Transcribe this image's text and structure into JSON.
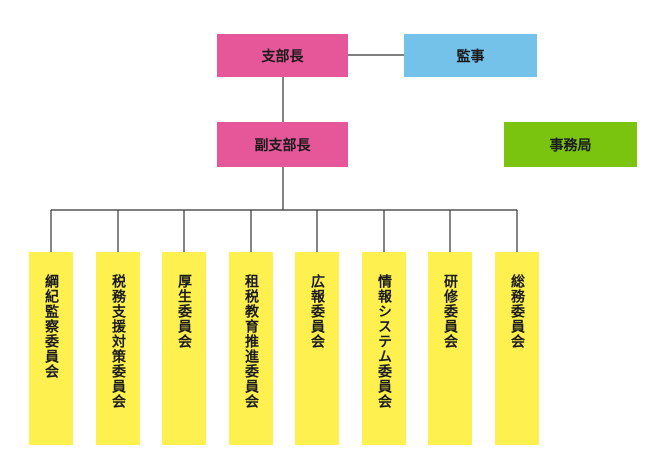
{
  "colors": {
    "executive": "#e6579a",
    "auditor": "#74c2ea",
    "secretariat": "#7ac30f",
    "committee": "#fdf04f",
    "line": "#333333"
  },
  "nodes": {
    "branch_head": "支部長",
    "auditor": "監事",
    "deputy_head": "副支部長",
    "secretariat": "事務局"
  },
  "committees": [
    "綱紀監察委員会",
    "税務支援対策委員会",
    "厚生委員会",
    "租税教育推進委員会",
    "広報委員会",
    "情報システム委員会",
    "研修委員会",
    "総務委員会"
  ]
}
